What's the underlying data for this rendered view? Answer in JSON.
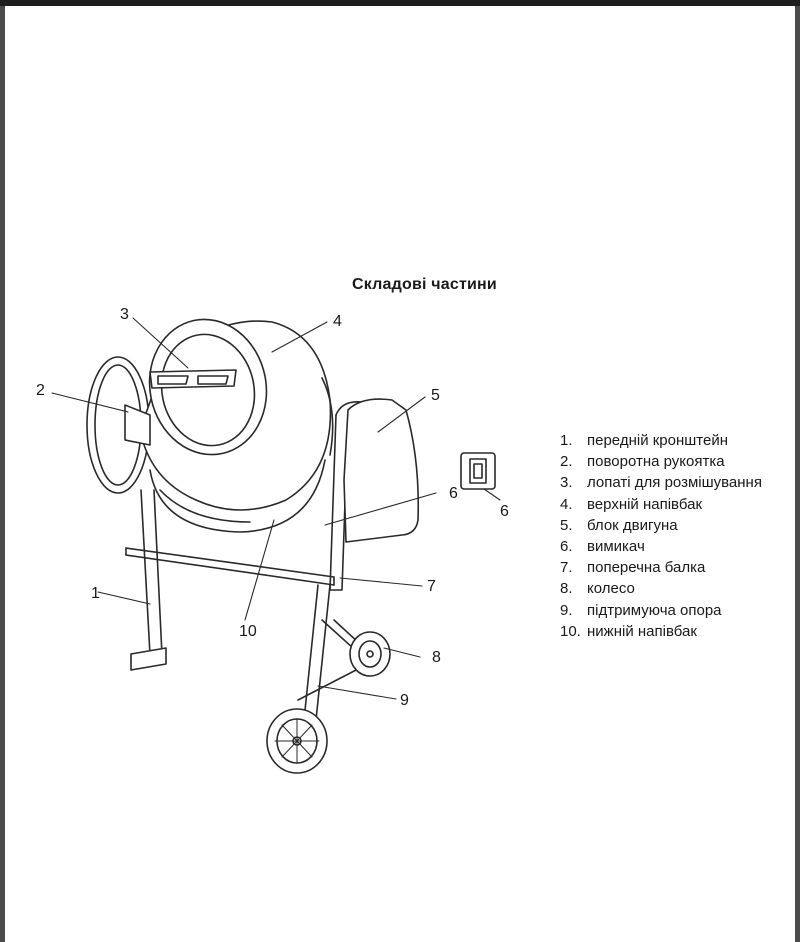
{
  "title": "Складові частини",
  "callouts": [
    "1",
    "2",
    "3",
    "4",
    "5",
    "6",
    "6",
    "7",
    "8",
    "9",
    "10"
  ],
  "legend": [
    {
      "num": "1.",
      "label": "передній кронштейн"
    },
    {
      "num": "2.",
      "label": "поворотна рукоятка"
    },
    {
      "num": "3.",
      "label": "лопаті для розмішування"
    },
    {
      "num": "4.",
      "label": "верхній напівбак"
    },
    {
      "num": "5.",
      "label": "блок двигуна"
    },
    {
      "num": "6.",
      "label": "вимикач"
    },
    {
      "num": "7.",
      "label": "поперечна балка"
    },
    {
      "num": "8.",
      "label": "колесо"
    },
    {
      "num": "9.",
      "label": "підтримуюча опора"
    },
    {
      "num": "10.",
      "label": "нижній напівбак"
    }
  ]
}
